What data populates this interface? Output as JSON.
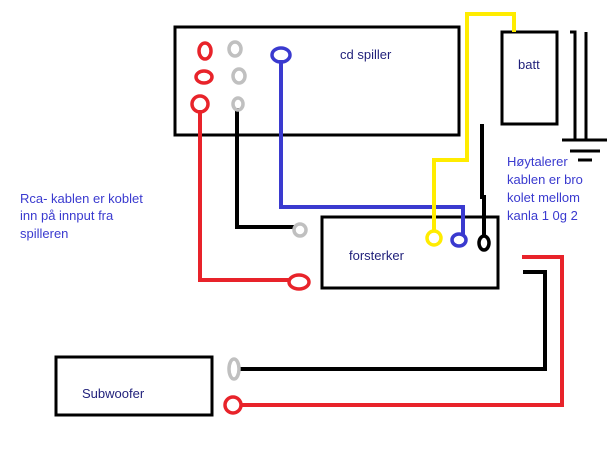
{
  "labels": {
    "cd_player": "cd spiller",
    "battery": "batt",
    "amplifier": "forsterker",
    "subwoofer": "Subwoofer"
  },
  "notes": {
    "rca": [
      "Rca- kablen er koblet",
      "inn på innput fra",
      "spilleren"
    ],
    "speakers": [
      "Høytalerer",
      "kablen er bro",
      "kolet mellom",
      "kanla 1 0g 2"
    ]
  },
  "colors": {
    "box_outline": "#000000",
    "red_wire": "#e8232a",
    "gray_wire": "#c0c0c0",
    "black_wire": "#000000",
    "blue_wire": "#3a3acf",
    "yellow_wire": "#ffec00",
    "label_text": "#1f1f7a",
    "note_text": "#3a3acf"
  }
}
